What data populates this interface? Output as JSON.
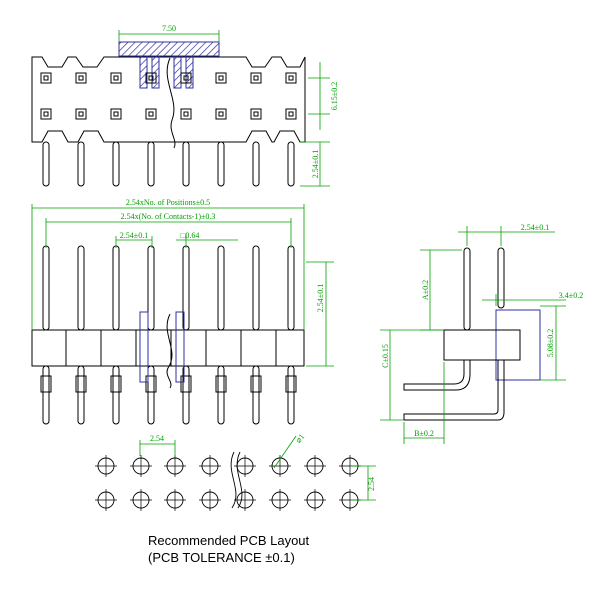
{
  "dimensions": {
    "top_width": "7.50",
    "top_height": "6.15±0.2",
    "top_pitch": "2.54±0.1",
    "positions_length": "2.54xNo. of Positions±0.5",
    "contacts_length": "2.54x(No. of Contacts-1)±0.3",
    "front_pitch": "2.54±0.1",
    "pin_square": "□0.64",
    "front_height": "2.54±0.1",
    "side_pitch": "2.54±0.1",
    "side_a": "A±0.2",
    "side_offset": "3.4±0.2",
    "side_c": "C±0.15",
    "side_height": "5.08±0.2",
    "side_b": "B±0.2",
    "pcb_pitch_x": "2.54",
    "pcb_hole": "⌀1",
    "pcb_pitch_y": "2.54"
  },
  "caption": {
    "line1": "Recommended PCB Layout",
    "line2": "(PCB TOLERANCE ±0.1)"
  },
  "colors": {
    "outline": "#000000",
    "dimension": "#00a000",
    "highlight": "#3030a0"
  }
}
